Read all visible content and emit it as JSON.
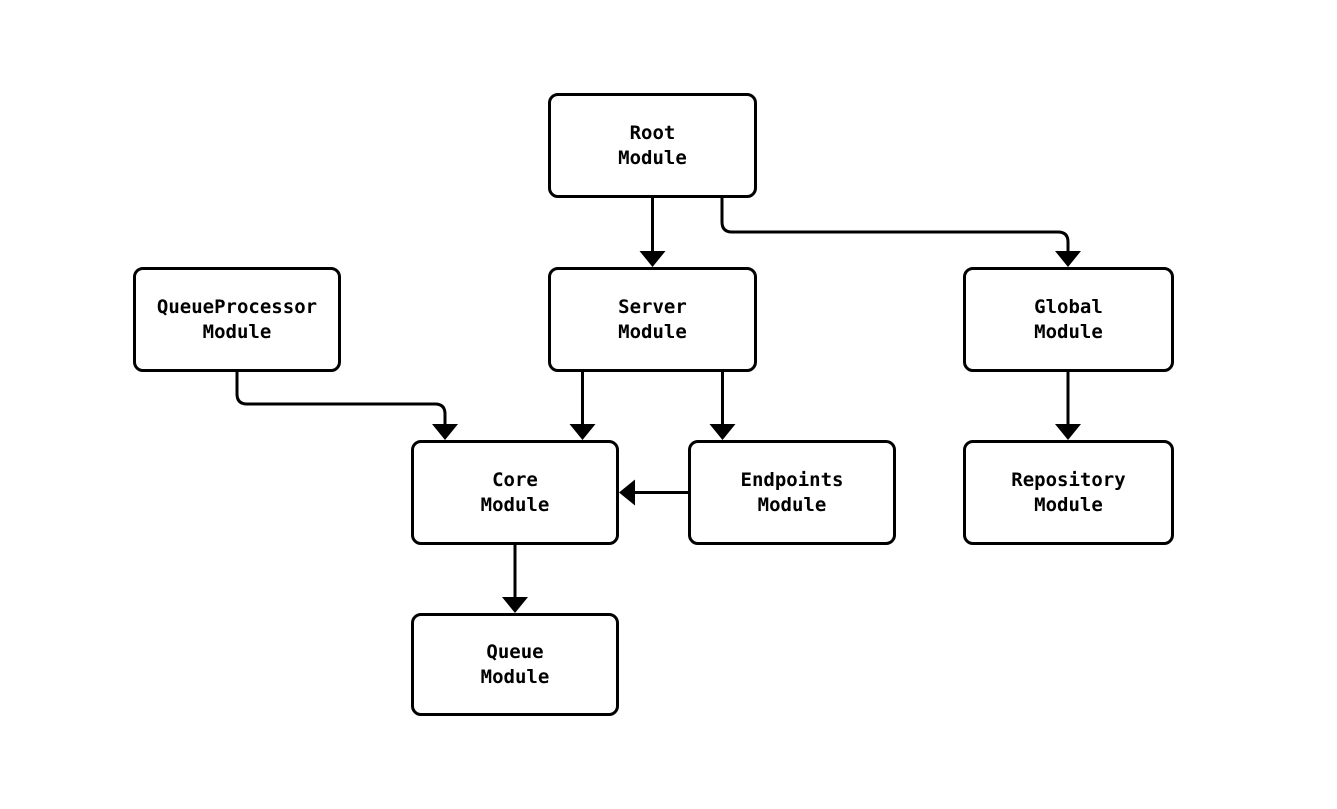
{
  "diagram": {
    "type": "flowchart",
    "background_color": "#ffffff",
    "node_fill_color": "#ffffff",
    "node_border_color": "#000000",
    "edge_color": "#000000",
    "text_color": "#000000",
    "nodes": {
      "root": {
        "label": "Root\nModule"
      },
      "queueProcessor": {
        "label": "QueueProcessor\nModule"
      },
      "server": {
        "label": "Server\nModule"
      },
      "global": {
        "label": "Global\nModule"
      },
      "core": {
        "label": "Core\nModule"
      },
      "endpoints": {
        "label": "Endpoints\nModule"
      },
      "repository": {
        "label": "Repository\nModule"
      },
      "queue": {
        "label": "Queue\nModule"
      }
    },
    "edges": [
      {
        "from": "Root Module",
        "to": "Server Module"
      },
      {
        "from": "Root Module",
        "to": "Global Module"
      },
      {
        "from": "QueueProcessor Module",
        "to": "Core Module"
      },
      {
        "from": "Server Module",
        "to": "Core Module"
      },
      {
        "from": "Server Module",
        "to": "Endpoints Module"
      },
      {
        "from": "Endpoints Module",
        "to": "Core Module"
      },
      {
        "from": "Global Module",
        "to": "Repository Module"
      },
      {
        "from": "Core Module",
        "to": "Queue Module"
      }
    ]
  }
}
